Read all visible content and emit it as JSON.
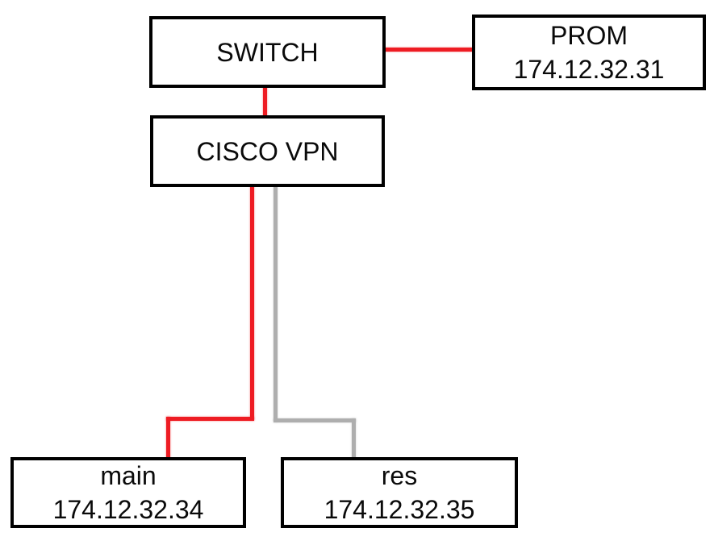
{
  "nodes": {
    "switch": {
      "label": "SWITCH"
    },
    "prom": {
      "label": "PROM",
      "ip": "174.12.32.31"
    },
    "cisco_vpn": {
      "label": "CISCO VPN"
    },
    "main": {
      "label": "main",
      "ip": "174.12.32.34"
    },
    "res": {
      "label": "res",
      "ip": "174.12.32.35"
    }
  },
  "connections": [
    {
      "from": "switch",
      "to": "prom",
      "color": "#ee1c23"
    },
    {
      "from": "switch",
      "to": "cisco_vpn",
      "color": "#ee1c23"
    },
    {
      "from": "cisco_vpn",
      "to": "main",
      "color": "#ee1c23"
    },
    {
      "from": "cisco_vpn",
      "to": "res",
      "color": "#aeaeae"
    }
  ],
  "colors": {
    "link_red": "#ee1c23",
    "link_gray": "#aeaeae",
    "box_border": "#000000",
    "background": "#ffffff"
  }
}
